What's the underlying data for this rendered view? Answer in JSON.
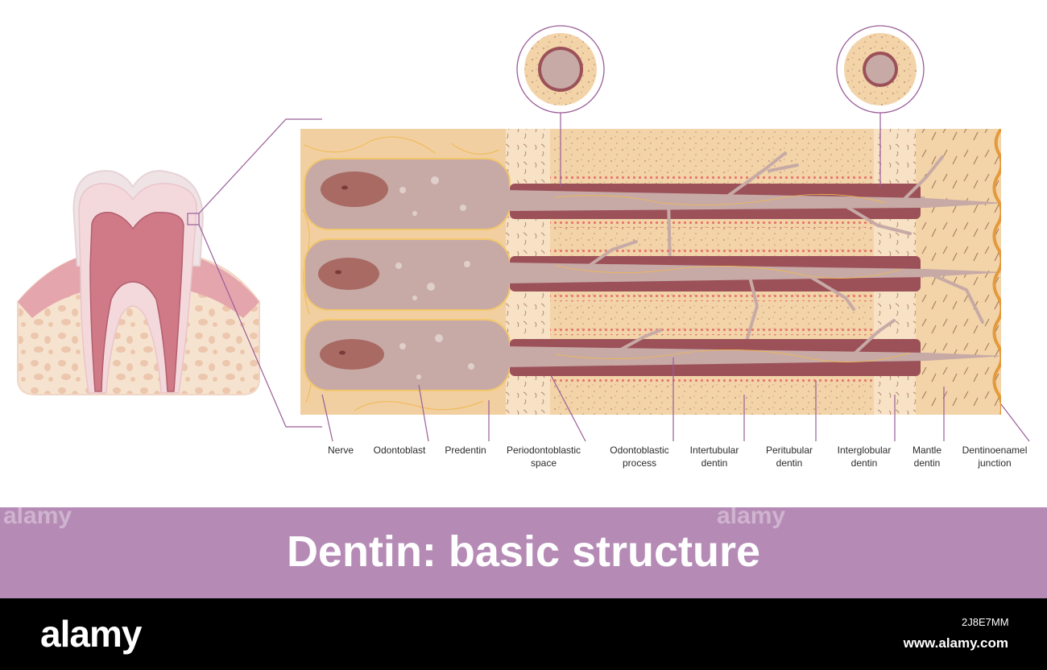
{
  "labels": {
    "nerve": "Nerve",
    "odontoblast": "Odontoblast",
    "predentin": "Predentin",
    "periodontoblastic_1": "Periodontoblastic",
    "periodontoblastic_2": "space",
    "process_1": "Odontoblastic",
    "process_2": "process",
    "intertubular_1": "Intertubular",
    "intertubular_2": "dentin",
    "peritubular_1": "Peritubular",
    "peritubular_2": "dentin",
    "interglobular_1": "Interglobular",
    "interglobular_2": "dentin",
    "mantle_1": "Mantle",
    "mantle_2": "dentin",
    "dej_1": "Dentinoenamel",
    "dej_2": "junction"
  },
  "title": "Dentin: basic structure",
  "footer": {
    "brand": "alamy",
    "image_id": "2J8E7MM",
    "site": "www.alamy.com",
    "watermark": "alamy"
  },
  "colors": {
    "title_band": "#b58bb6",
    "dentin": "#f2d4a8",
    "odontoblast": "#c7aaa6",
    "nucleus": "#a86a62",
    "tubule": "#9c5159",
    "pulp": "#d07a88",
    "gum": "#e5a5ad",
    "bone": "#f6e3cf",
    "leader": "#9a5d98"
  }
}
